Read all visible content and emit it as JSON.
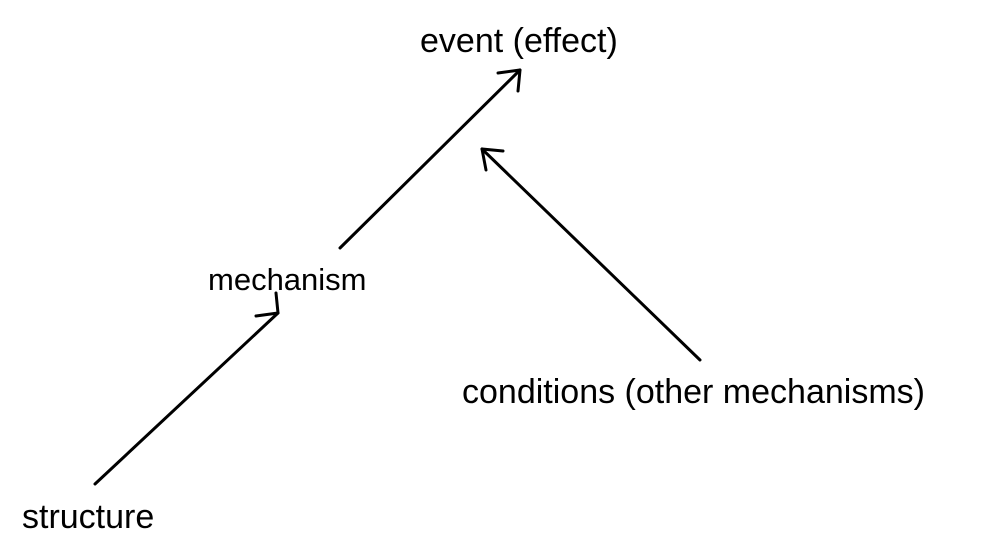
{
  "diagram": {
    "nodes": {
      "event": "event (effect)",
      "mechanism": "mechanism",
      "conditions": "conditions (other mechanisms)",
      "structure": "structure"
    },
    "edges": [
      {
        "from": "structure",
        "to": "mechanism"
      },
      {
        "from": "mechanism",
        "to": "event"
      },
      {
        "from": "conditions",
        "to": "event"
      }
    ],
    "colors": {
      "line": "#000000",
      "text": "#000000",
      "background": "#ffffff"
    }
  }
}
